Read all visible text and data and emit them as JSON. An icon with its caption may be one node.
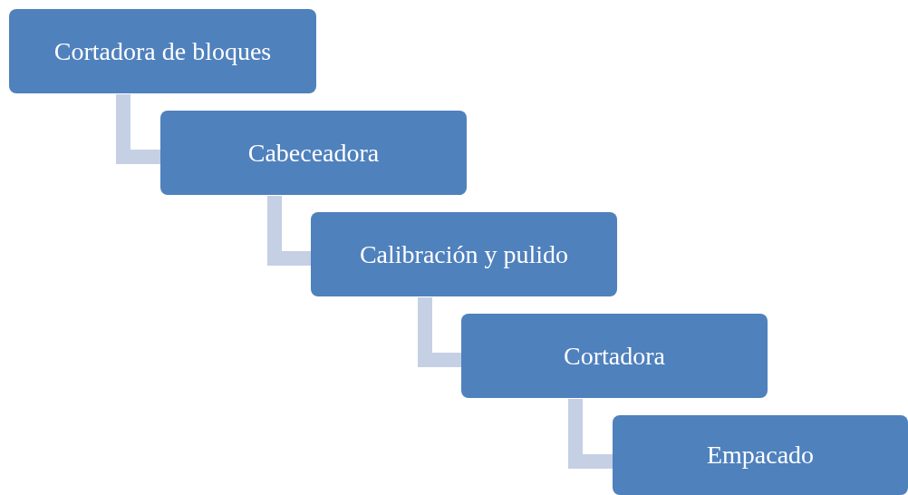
{
  "diagram": {
    "nodes": [
      {
        "text": [
          "Cortadora de bloques"
        ]
      },
      {
        "text": [
          "Cabeceadora"
        ]
      },
      {
        "text": [
          "Calibración y pulido"
        ]
      },
      {
        "text": [
          "Cortadora"
        ]
      },
      {
        "text": [
          "Empacado"
        ]
      }
    ],
    "edges": [
      {
        "from": 0,
        "to": 1,
        "arrow": "none"
      },
      {
        "from": 1,
        "to": 2,
        "arrow": "none"
      },
      {
        "from": 2,
        "to": 3,
        "arrow": "none"
      },
      {
        "from": 3,
        "to": 4,
        "arrow": "none"
      }
    ]
  }
}
